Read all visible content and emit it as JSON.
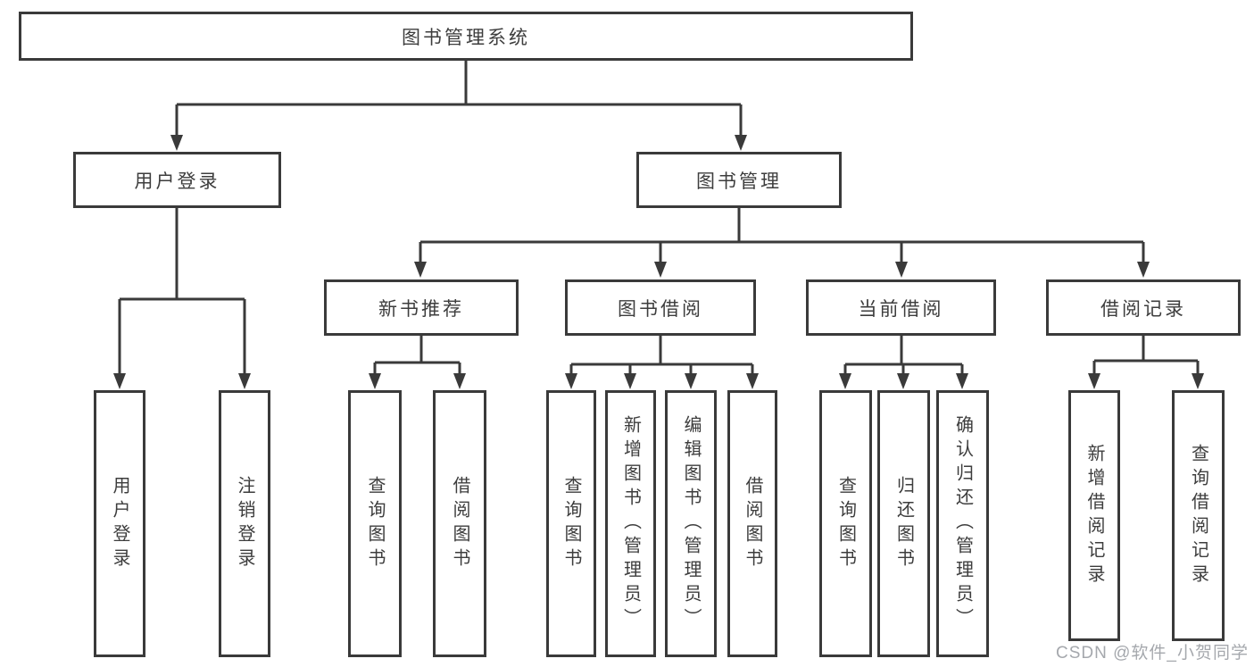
{
  "diagram": {
    "root": {
      "label": "图书管理系统"
    },
    "level2": [
      {
        "label": "用户登录"
      },
      {
        "label": "图书管理"
      }
    ],
    "level3": [
      {
        "label": "新书推荐"
      },
      {
        "label": "图书借阅"
      },
      {
        "label": "当前借阅"
      },
      {
        "label": "借阅记录"
      }
    ],
    "leaves": {
      "user_login": [
        "用户登录",
        "注销登录"
      ],
      "new_book": [
        "查询图书",
        "借阅图书"
      ],
      "book_borrow": [
        "查询图书",
        "新增图书（管理员）",
        "编辑图书（管理员）",
        "借阅图书"
      ],
      "current_borrow": [
        "查询图书",
        "归还图书",
        "确认归还（管理员）"
      ],
      "borrow_record": [
        "新增借阅记录",
        "查询借阅记录"
      ]
    }
  },
  "watermark": "CSDN @软件_小贺同学",
  "colors": {
    "line": "#3a3a3a",
    "text": "#3d3d3d",
    "watermark": "#a5a8ad",
    "background": "#ffffff"
  }
}
